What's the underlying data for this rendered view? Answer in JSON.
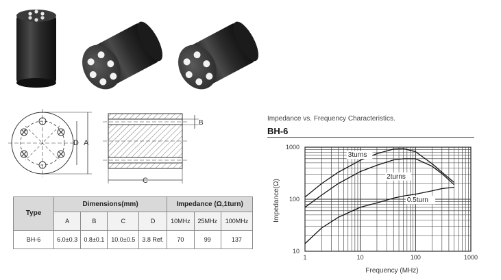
{
  "photos": [
    {
      "name": "ferrite-core-standing",
      "holes": 6
    },
    {
      "name": "ferrite-core-tilted-1",
      "holes": 6
    },
    {
      "name": "ferrite-core-tilted-2",
      "holes": 6
    }
  ],
  "drawing": {
    "end_view_labels": {
      "d": "D",
      "a": "A"
    },
    "side_view_labels": {
      "b": "B",
      "c": "C"
    }
  },
  "table": {
    "type_header": "Type",
    "dimensions_header": "Dimensions(mm)",
    "impedance_header": "Impedance (Ω,1turn)",
    "dim_columns": [
      "A",
      "B",
      "C",
      "D"
    ],
    "imp_columns": [
      "10MHz",
      "25MHz",
      "100MHz"
    ],
    "row": {
      "type": "BH-6",
      "a": "6.0±0.3",
      "b": "0.8±0.1",
      "c": "10.0±0.5",
      "d": "3.8 Ref.",
      "z10": "70",
      "z25": "99",
      "z100": "137"
    }
  },
  "chart_heading": "Impedance vs. Frequency Characteristics.",
  "chart_model": "BH-6",
  "chart_data": {
    "type": "line",
    "title": "",
    "xlabel": "Frequency (MHz)",
    "ylabel": "Impedance(Ω)",
    "xscale": "log",
    "yscale": "log",
    "xlim": [
      1,
      1000
    ],
    "ylim": [
      10,
      1000
    ],
    "x_ticks": [
      "1",
      "10",
      "100",
      "1000"
    ],
    "y_ticks": [
      "10",
      "100",
      "1000"
    ],
    "grid": true,
    "series": [
      {
        "name": "3turns",
        "x": [
          1,
          2,
          4,
          10,
          20,
          40,
          60,
          100,
          200,
          300,
          500
        ],
        "y": [
          110,
          200,
          330,
          560,
          750,
          920,
          940,
          820,
          480,
          330,
          210
        ]
      },
      {
        "name": "2turns",
        "x": [
          1,
          2,
          4,
          10,
          20,
          40,
          60,
          100,
          200,
          300,
          500
        ],
        "y": [
          70,
          120,
          200,
          340,
          450,
          570,
          600,
          600,
          430,
          310,
          190
        ]
      },
      {
        "name": "0.5turn",
        "x": [
          1,
          2,
          4,
          10,
          20,
          40,
          60,
          100,
          200,
          300,
          500
        ],
        "y": [
          14,
          28,
          45,
          70,
          85,
          105,
          115,
          125,
          145,
          160,
          170
        ]
      }
    ],
    "series_label_positions": {
      "3turns": [
        6,
        650
      ],
      "2turns": [
        30,
        250
      ],
      "0.5turn": [
        70,
        88
      ]
    }
  }
}
